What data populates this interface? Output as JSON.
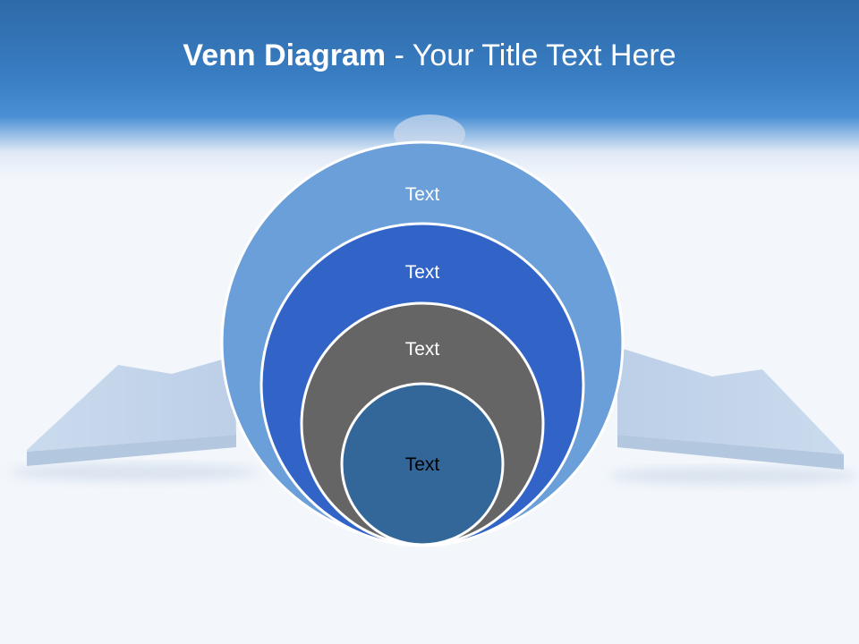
{
  "title": {
    "bold": "Venn Diagram",
    "rest": " - Your Title Text Here"
  },
  "diagram": {
    "rings": [
      {
        "label": "Text",
        "color": "#6a9fd9",
        "text_color": "#ffffff"
      },
      {
        "label": "Text",
        "color": "#3264c8",
        "text_color": "#ffffff"
      },
      {
        "label": "Text",
        "color": "#656565",
        "text_color": "#ffffff"
      },
      {
        "label": "Text",
        "color": "#336699",
        "text_color": "#000000"
      }
    ]
  },
  "colors": {
    "header": "#3a7ec4",
    "background": "#f3f7fc",
    "platform": "#c6d7ec"
  }
}
